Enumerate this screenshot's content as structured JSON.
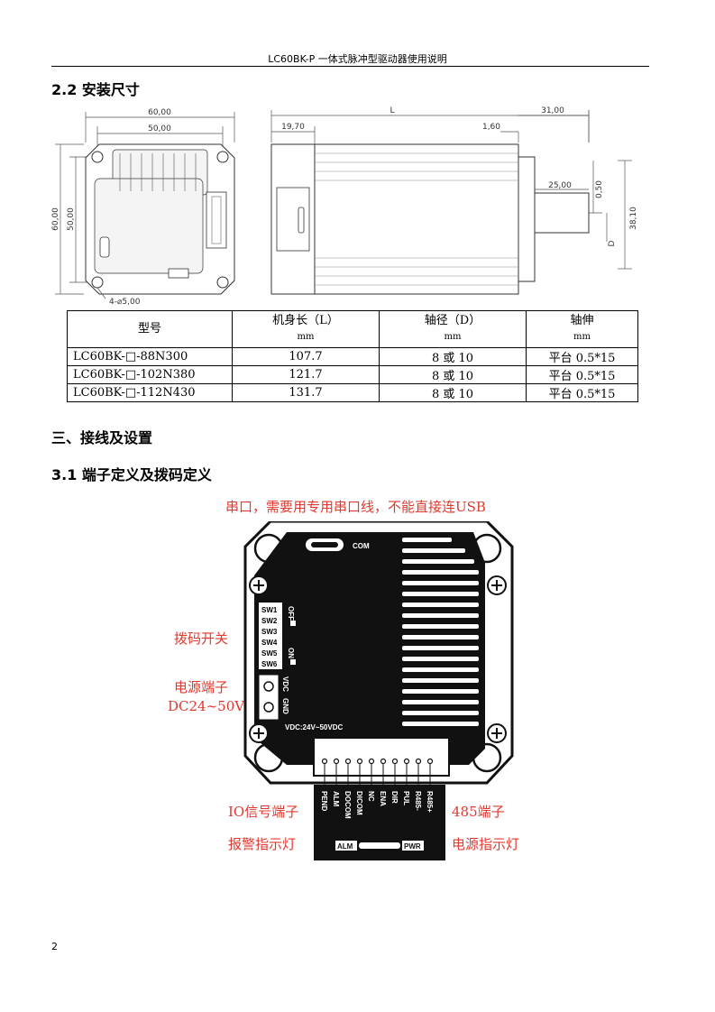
{
  "header": "LC60BK-P 一体式脉冲型驱动器使用说明",
  "section_22": "2.2 安装尺寸",
  "drawing": {
    "front_w60": "60,00",
    "front_w50": "50,00",
    "front_h60": "60,00",
    "front_h50": "50,00",
    "holes": "4-⌀5,00",
    "side_L": "L",
    "side_1970": "19,70",
    "side_160": "1,60",
    "side_3100": "31,00",
    "side_2500": "25,00",
    "side_050": "0,50",
    "side_3810": "38,10",
    "side_D": "D"
  },
  "table": {
    "headers": [
      {
        "title": "型号",
        "unit": ""
      },
      {
        "title": "机身长（L）",
        "unit": "mm"
      },
      {
        "title": "轴径（D）",
        "unit": "mm"
      },
      {
        "title": "轴伸",
        "unit": "mm"
      }
    ],
    "rows": [
      [
        "LC60BK-□-88N300",
        "107.7",
        "8 或 10",
        "平台 0.5*15"
      ],
      [
        "LC60BK-□-102N380",
        "121.7",
        "8 或 10",
        "平台 0.5*15"
      ],
      [
        "LC60BK-□-112N430",
        "131.7",
        "8 或 10",
        "平台 0.5*15"
      ]
    ]
  },
  "section_3": "三、接线及设置",
  "section_31": "3.1 端子定义及拨码定义",
  "callouts": {
    "serial": "串口，需要用专用串口线，不能直接连USB",
    "dip": "拨码开关",
    "power_term": "电源端子",
    "power_range": "DC24~50V",
    "io": "IO信号端子",
    "port485": "485端子",
    "alarm_led": "报警指示灯",
    "power_led": "电源指示灯"
  },
  "board": {
    "com": "COM",
    "sw": [
      "SW1",
      "SW2",
      "SW3",
      "SW4",
      "SW5",
      "SW6"
    ],
    "off": "OFF",
    "on": "ON",
    "vdc": "VDC",
    "gnd": "GND",
    "vdc_range": "VDC:24V~50VDC",
    "io_pins": [
      "PEND",
      "ALM",
      "DOCOM",
      "DICOM",
      "NC",
      "ENA",
      "DIR",
      "PUL",
      "R485-",
      "R485+"
    ],
    "alm": "ALM",
    "pwr": "PWR"
  },
  "page_number": "2"
}
